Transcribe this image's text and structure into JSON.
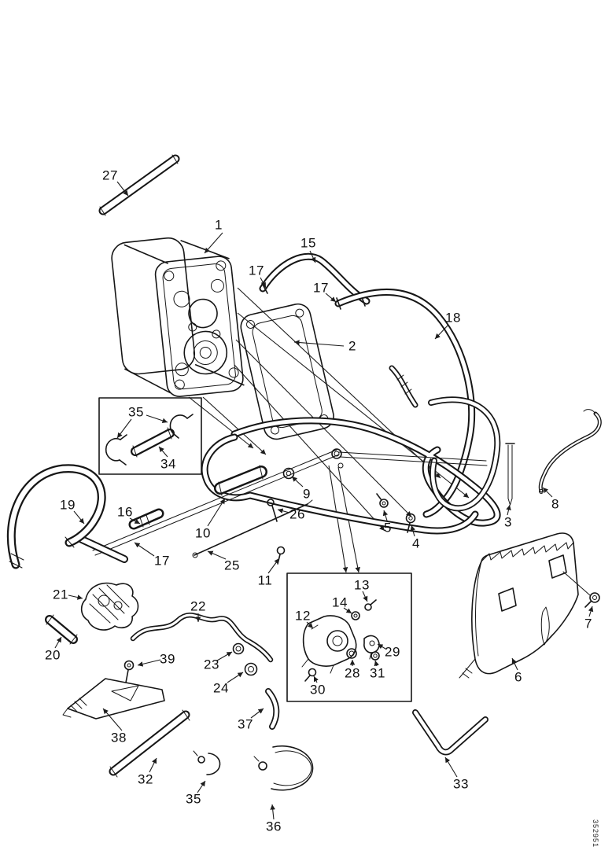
{
  "figure": {
    "background": "#ffffff",
    "line_color": "#161616",
    "id_text": "352951"
  },
  "callouts": [
    "27",
    "1",
    "15",
    "17",
    "17",
    "18",
    "2",
    "35",
    "34",
    "19",
    "16",
    "9",
    "26",
    "10",
    "17",
    "25",
    "11",
    "5",
    "4",
    "3",
    "8",
    "13",
    "14",
    "12",
    "29",
    "28",
    "31",
    "30",
    "21",
    "20",
    "22",
    "39",
    "23",
    "24",
    "37",
    "38",
    "32",
    "35",
    "36",
    "6",
    "7",
    "33"
  ]
}
